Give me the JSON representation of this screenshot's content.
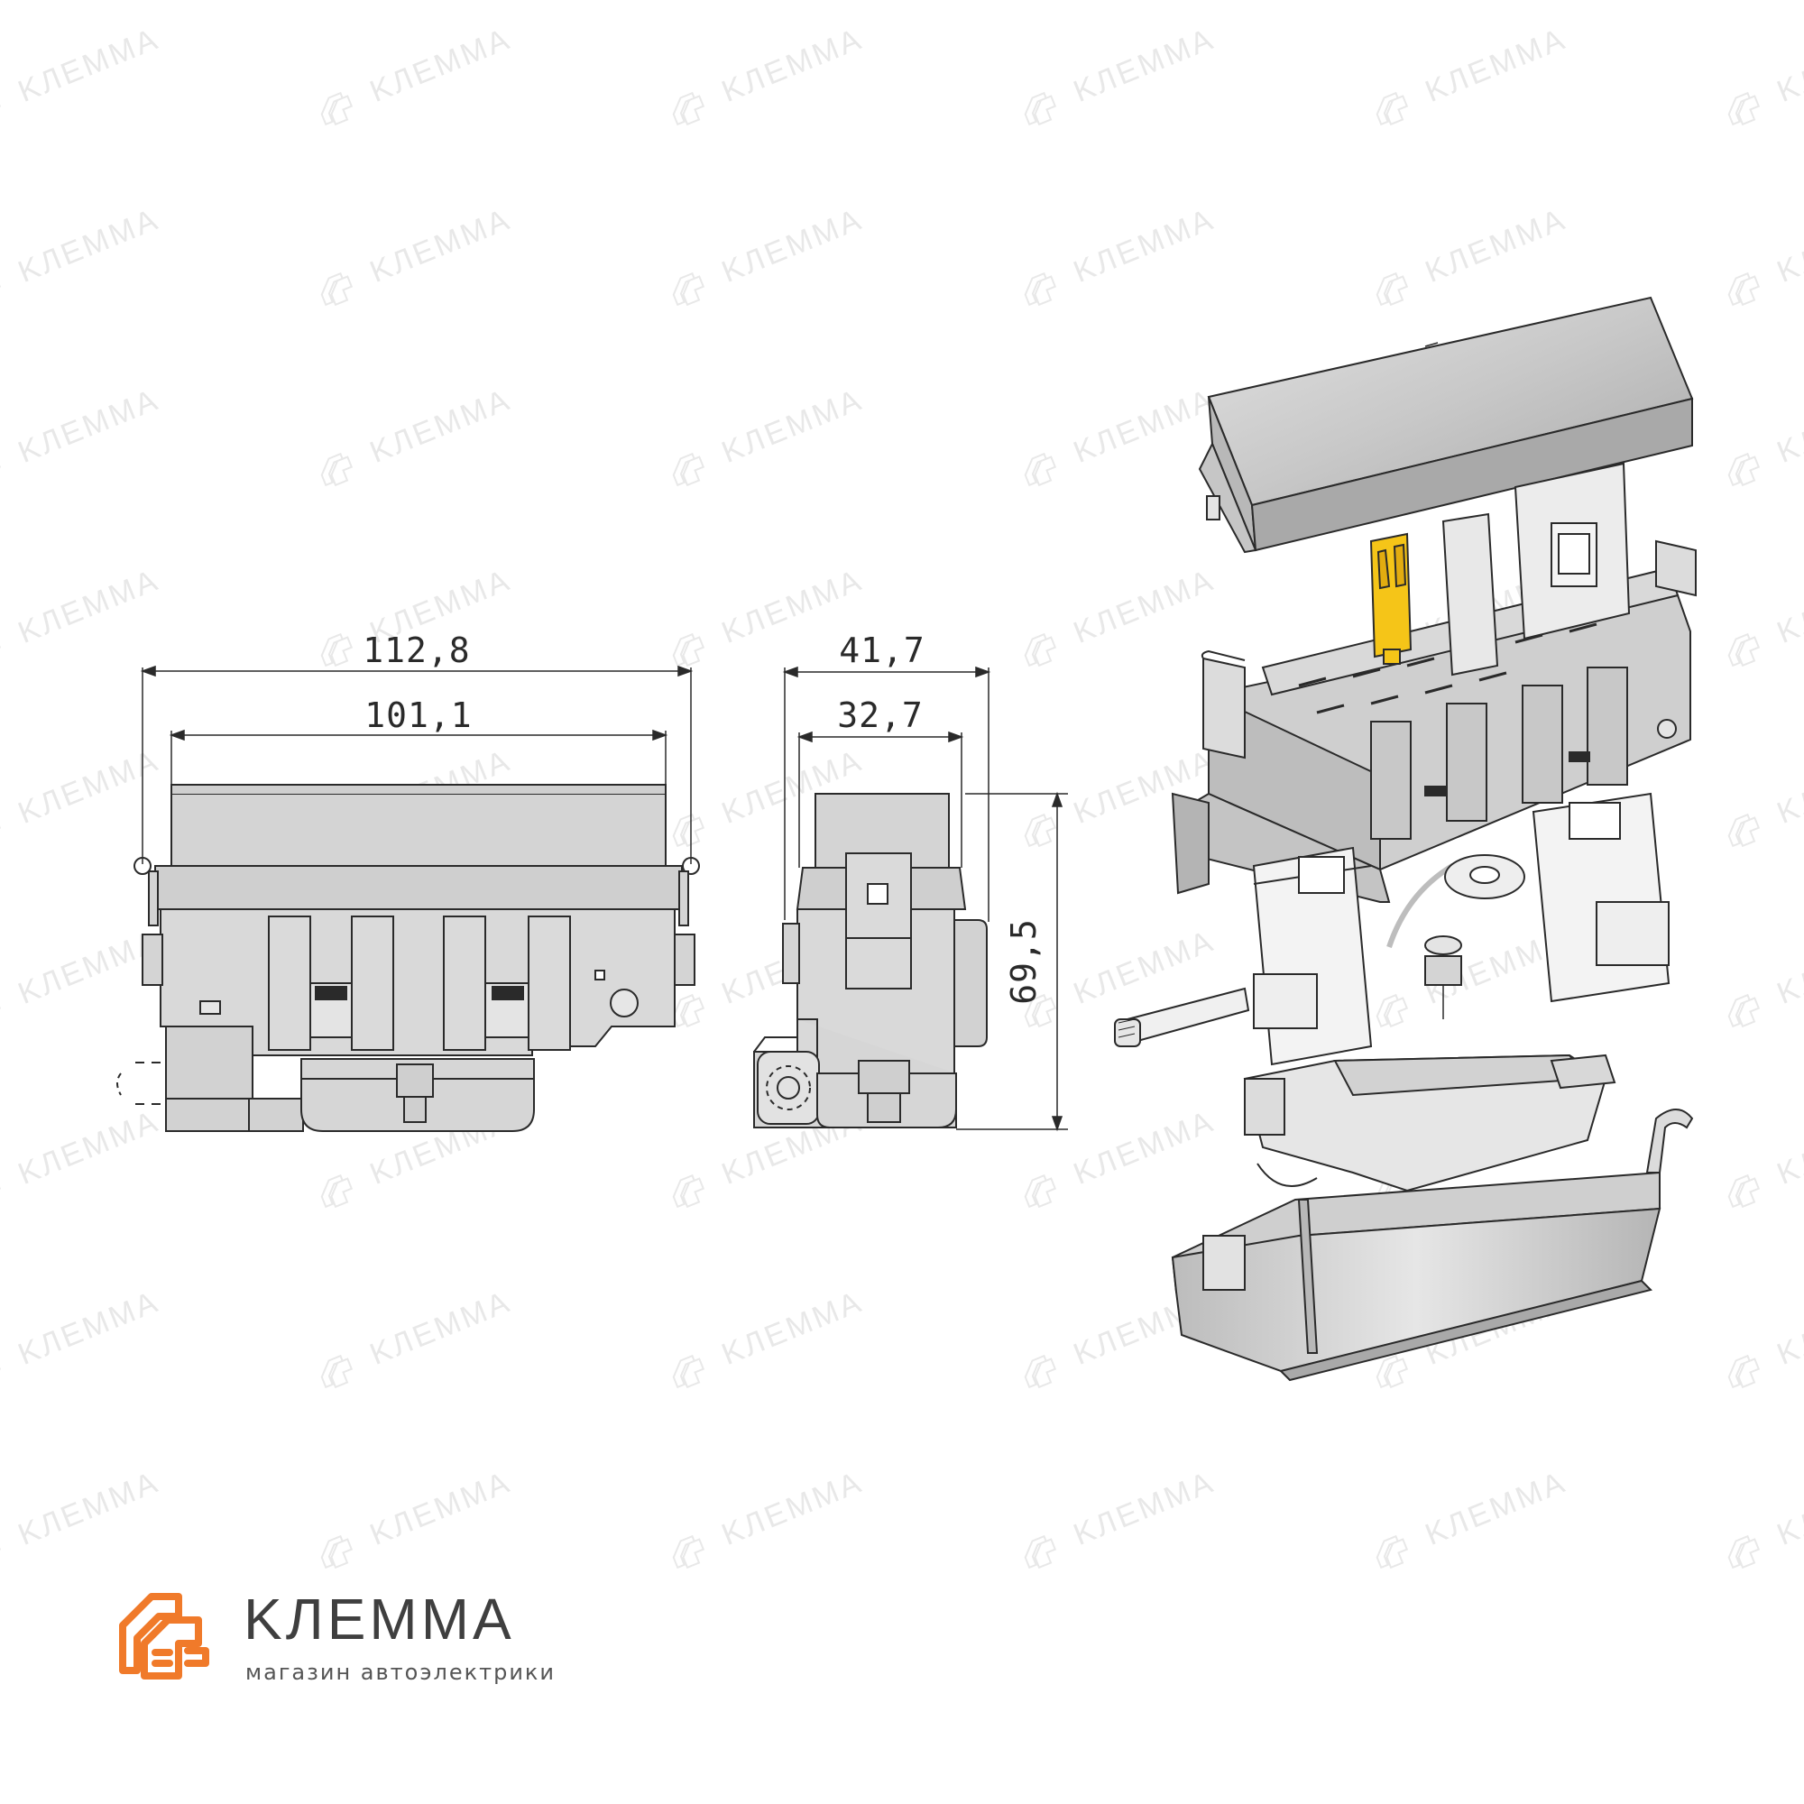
{
  "dimensions": {
    "front_overall": "112,8",
    "front_inner": "101,1",
    "side_overall": "41,7",
    "side_inner": "32,7",
    "height": "69,5"
  },
  "watermark": {
    "text": "KЛEMMA"
  },
  "brand": {
    "name": "KЛEMMA",
    "tagline": "магазин автоэлектрики",
    "accent_color": "#f07a2a"
  },
  "colors": {
    "body_grey": "#d6d6d6",
    "body_dark": "#bdbdbd",
    "outline": "#2a2a2a",
    "fuse_yellow": "#f5c518"
  }
}
